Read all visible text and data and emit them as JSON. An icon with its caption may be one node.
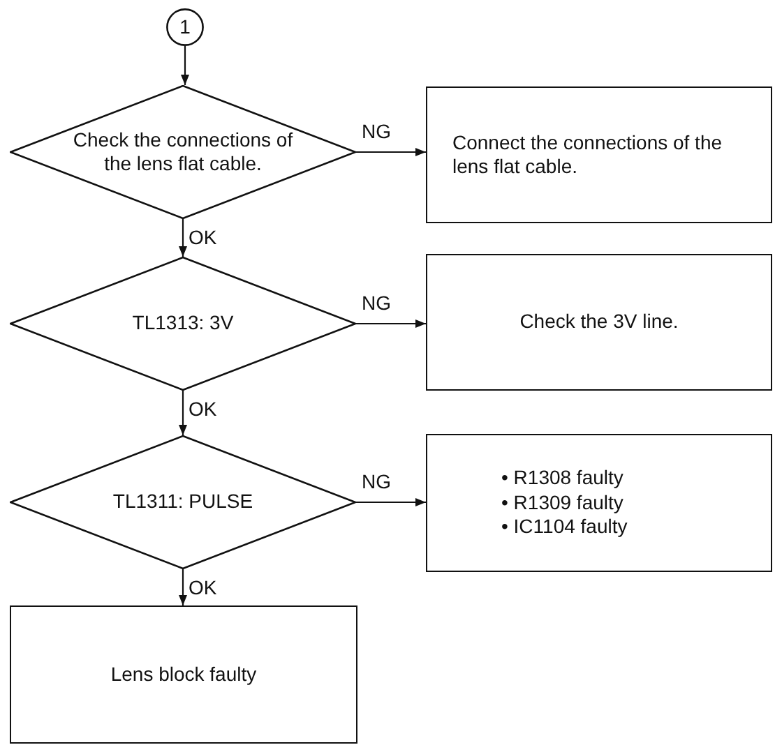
{
  "diagram": {
    "nodes": [
      {
        "text": [
          "1"
        ]
      },
      {
        "text": [
          "Check the connections of the lens flat cable."
        ]
      },
      {
        "text": [
          "Connect the connections of the lens flat cable."
        ]
      },
      {
        "text": [
          "TL1313: 3V"
        ]
      },
      {
        "text": [
          "Check the 3V line."
        ]
      },
      {
        "text": [
          "TL1311: PULSE"
        ]
      },
      {
        "text": [
          "• R1308 faulty",
          "• R1309 faulty",
          "• IC1104 faulty"
        ]
      },
      {
        "text": [
          "Lens block faulty"
        ]
      }
    ],
    "edges": [
      {
        "from": 0,
        "to": 1,
        "arrow": "to"
      },
      {
        "from": 1,
        "to": 2,
        "label": "NG",
        "arrow": "to"
      },
      {
        "from": 1,
        "to": 3,
        "label": "OK",
        "arrow": "to"
      },
      {
        "from": 3,
        "to": 4,
        "label": "NG",
        "arrow": "to"
      },
      {
        "from": 3,
        "to": 5,
        "label": "OK",
        "arrow": "to"
      },
      {
        "from": 5,
        "to": 6,
        "label": "NG",
        "arrow": "to"
      },
      {
        "from": 5,
        "to": 7,
        "label": "OK",
        "arrow": "to"
      }
    ]
  }
}
